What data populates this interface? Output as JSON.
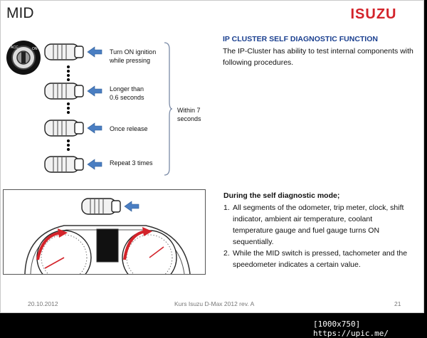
{
  "slide": {
    "title": "MID",
    "logo_text": "ISUZU",
    "brand_color": "#d3232a"
  },
  "procedure": {
    "steps": [
      {
        "label_line1": "Turn ON ignition",
        "label_line2": "while pressing"
      },
      {
        "label_line1": "Longer than",
        "label_line2": "0.6 seconds"
      },
      {
        "label_line1": "Once release",
        "label_line2": ""
      },
      {
        "label_line1": "Repeat 3 times",
        "label_line2": ""
      }
    ],
    "bracket_label_line1": "Within 7",
    "bracket_label_line2": "seconds"
  },
  "intro": {
    "heading": "IP CLUSTER SELF DIAGNOSTIC FUNCTION",
    "heading_color": "#1a3f8f",
    "line1": "The IP-Cluster has ability to test internal components with",
    "line2": "following procedures."
  },
  "diagnostic": {
    "heading": "During the self diagnostic mode;",
    "items": [
      {
        "num": "1.",
        "lines": [
          "All segments of the odometer, trip meter, clock, shift",
          "indicator, ambient air temperature, coolant",
          "temperature gauge and fuel gauge turns ON",
          "sequentially."
        ]
      },
      {
        "num": "2.",
        "lines": [
          "While the MID switch is pressed, tachometer and the",
          "speedometer indicates a certain value."
        ]
      }
    ]
  },
  "footer": {
    "date": "20.10.2012",
    "course": "Kurs Isuzu D-Max 2012 rev. A",
    "page": "21"
  },
  "watermark": "[1000x750] https://upic.me/"
}
